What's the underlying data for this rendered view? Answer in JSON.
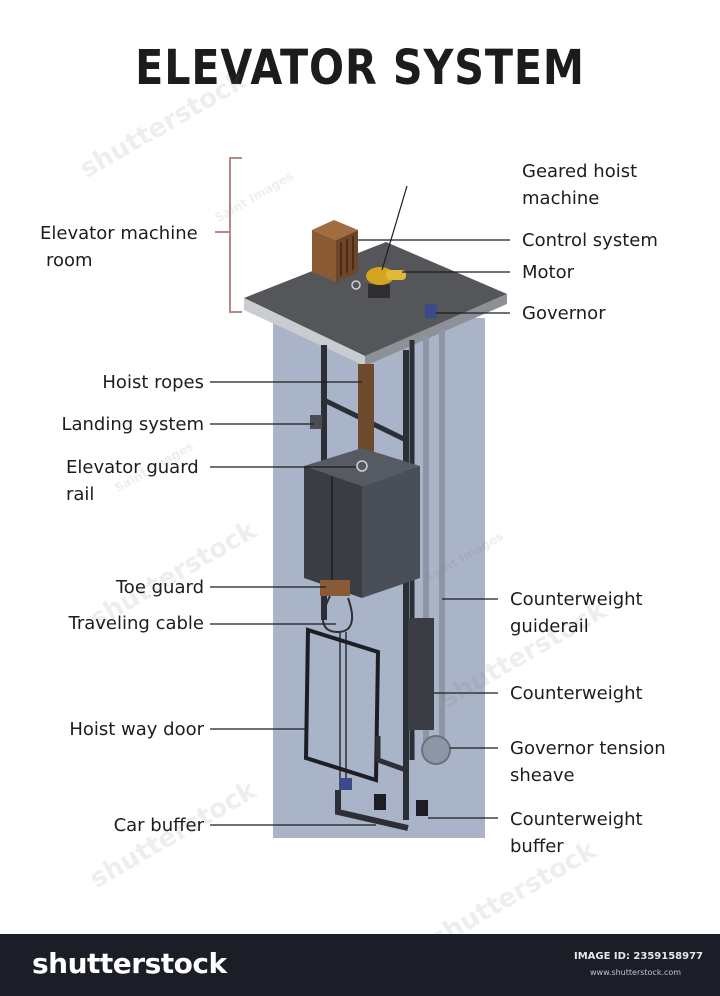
{
  "title": "ELEVATOR SYSTEM",
  "labels_left": {
    "machine_room": [
      "Elevator machine",
      "room"
    ],
    "hoist_ropes": "Hoist ropes",
    "landing_system": "Landing system",
    "guard_rail": [
      "Elevator guard",
      "rail"
    ],
    "toe_guard": "Toe guard",
    "traveling_cable": "Traveling cable",
    "hoist_way_door": "Hoist way door",
    "car_buffer": "Car buffer"
  },
  "labels_right": {
    "geared_hoist": [
      "Geared hoist",
      "machine"
    ],
    "control_system": "Control system",
    "motor": "Motor",
    "governor": "Governor",
    "cw_guiderail": [
      "Counterweight",
      "guiderail"
    ],
    "counterweight": "Counterweight",
    "gov_tension": [
      "Governor tension",
      "sheave"
    ],
    "cw_buffer": [
      "Counterweight",
      "buffer"
    ]
  },
  "watermarks": {
    "brand": "shutterstock",
    "credit": "Saint Images"
  },
  "footer": {
    "logo": "shutterstock",
    "image_id": "IMAGE ID: 2359158977",
    "site": "www.shutterstock.com"
  },
  "colors": {
    "shaft": "#a9b4c9",
    "machine_room_floor": "#545659",
    "car": "#3e4148",
    "rails": "#2c2f36",
    "bracket": "#b38a85",
    "motor": "#d4a420",
    "footer": "#1b1e27"
  }
}
